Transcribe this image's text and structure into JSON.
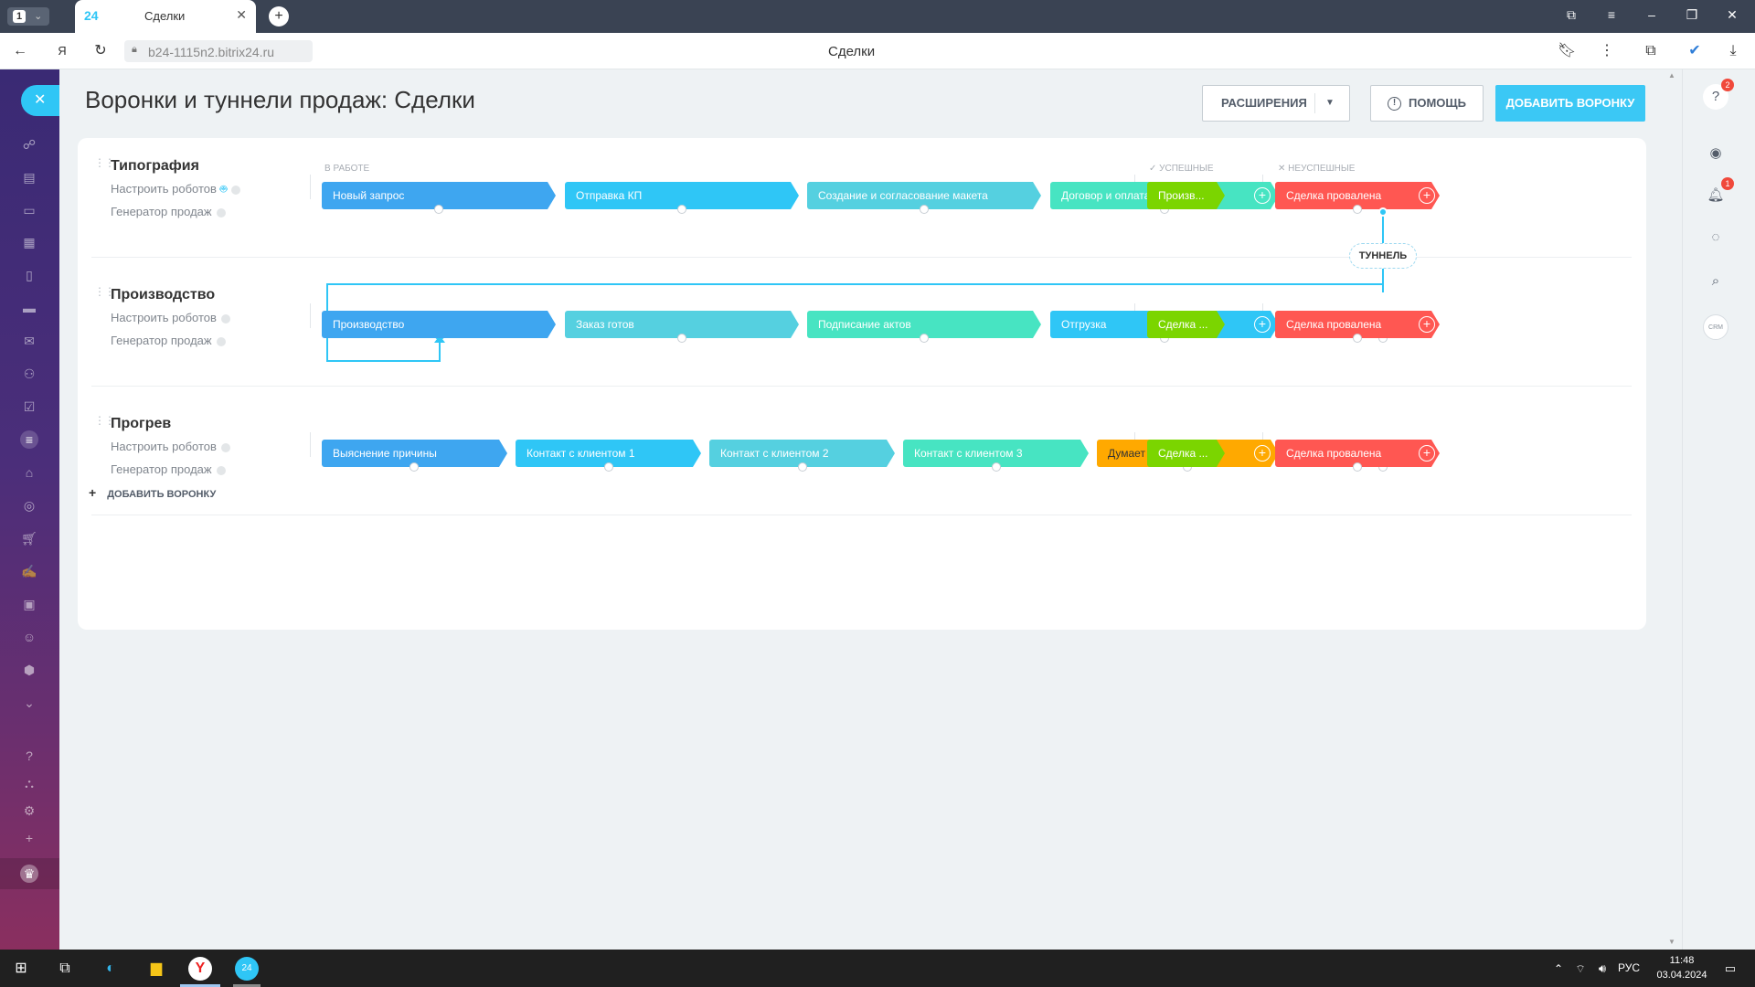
{
  "browser": {
    "tab_count": "1",
    "tab_favicon": "24",
    "tab_title": "Сделки",
    "url": "b24-1115n2.bitrix24.ru",
    "page_title": "Сделки"
  },
  "header": {
    "title": "Воронки и туннели продаж: Сделки",
    "extensions_label": "РАСШИРЕНИЯ",
    "help_label": "ПОМОЩЬ",
    "add_funnel_label": "ДОБАВИТЬ ВОРОНКУ"
  },
  "columns": {
    "in_progress": "В РАБОТЕ",
    "success": "УСПЕШНЫЕ",
    "fail": "НЕУСПЕШНЫЕ"
  },
  "funnels": [
    {
      "name": "Типография",
      "robots": "Настроить роботов",
      "generator": "Генератор продаж",
      "stages": [
        "Новый запрос",
        "Отправка КП",
        "Создание и согласование макета",
        "Договор и оплата"
      ],
      "success": "Произв...",
      "fail": "Сделка провалена"
    },
    {
      "name": "Производство",
      "robots": "Настроить роботов",
      "generator": "Генератор продаж",
      "stages": [
        "Производство",
        "Заказ готов",
        "Подписание актов",
        "Отгрузка"
      ],
      "success": "Сделка ...",
      "fail": "Сделка провалена"
    },
    {
      "name": "Прогрев",
      "robots": "Настроить роботов",
      "generator": "Генератор продаж",
      "stages": [
        "Выяснение причины",
        "Контакт с клиентом 1",
        "Контакт с клиентом 2",
        "Контакт с клиентом 3",
        "Думает"
      ],
      "success": "Сделка ...",
      "fail": "Сделка провалена"
    }
  ],
  "tunnel_label": "ТУННЕЛЬ",
  "add_funnel_bottom": "ДОБАВИТЬ ВОРОНКУ",
  "rightbar": {
    "help_badge": "2",
    "notif_badge": "1",
    "copilot_label": "CRM"
  },
  "taskbar": {
    "lang": "РУС",
    "time": "11:48",
    "date": "03.04.2024"
  },
  "colors": {
    "blue": "#3ea6f0",
    "cyan": "#2fc6f6",
    "teal": "#55d0e0",
    "mint": "#47e4c2",
    "orange": "#ffa900",
    "green": "#7bd500",
    "red": "#ff5752",
    "primary_button": "#3bc8f5"
  }
}
